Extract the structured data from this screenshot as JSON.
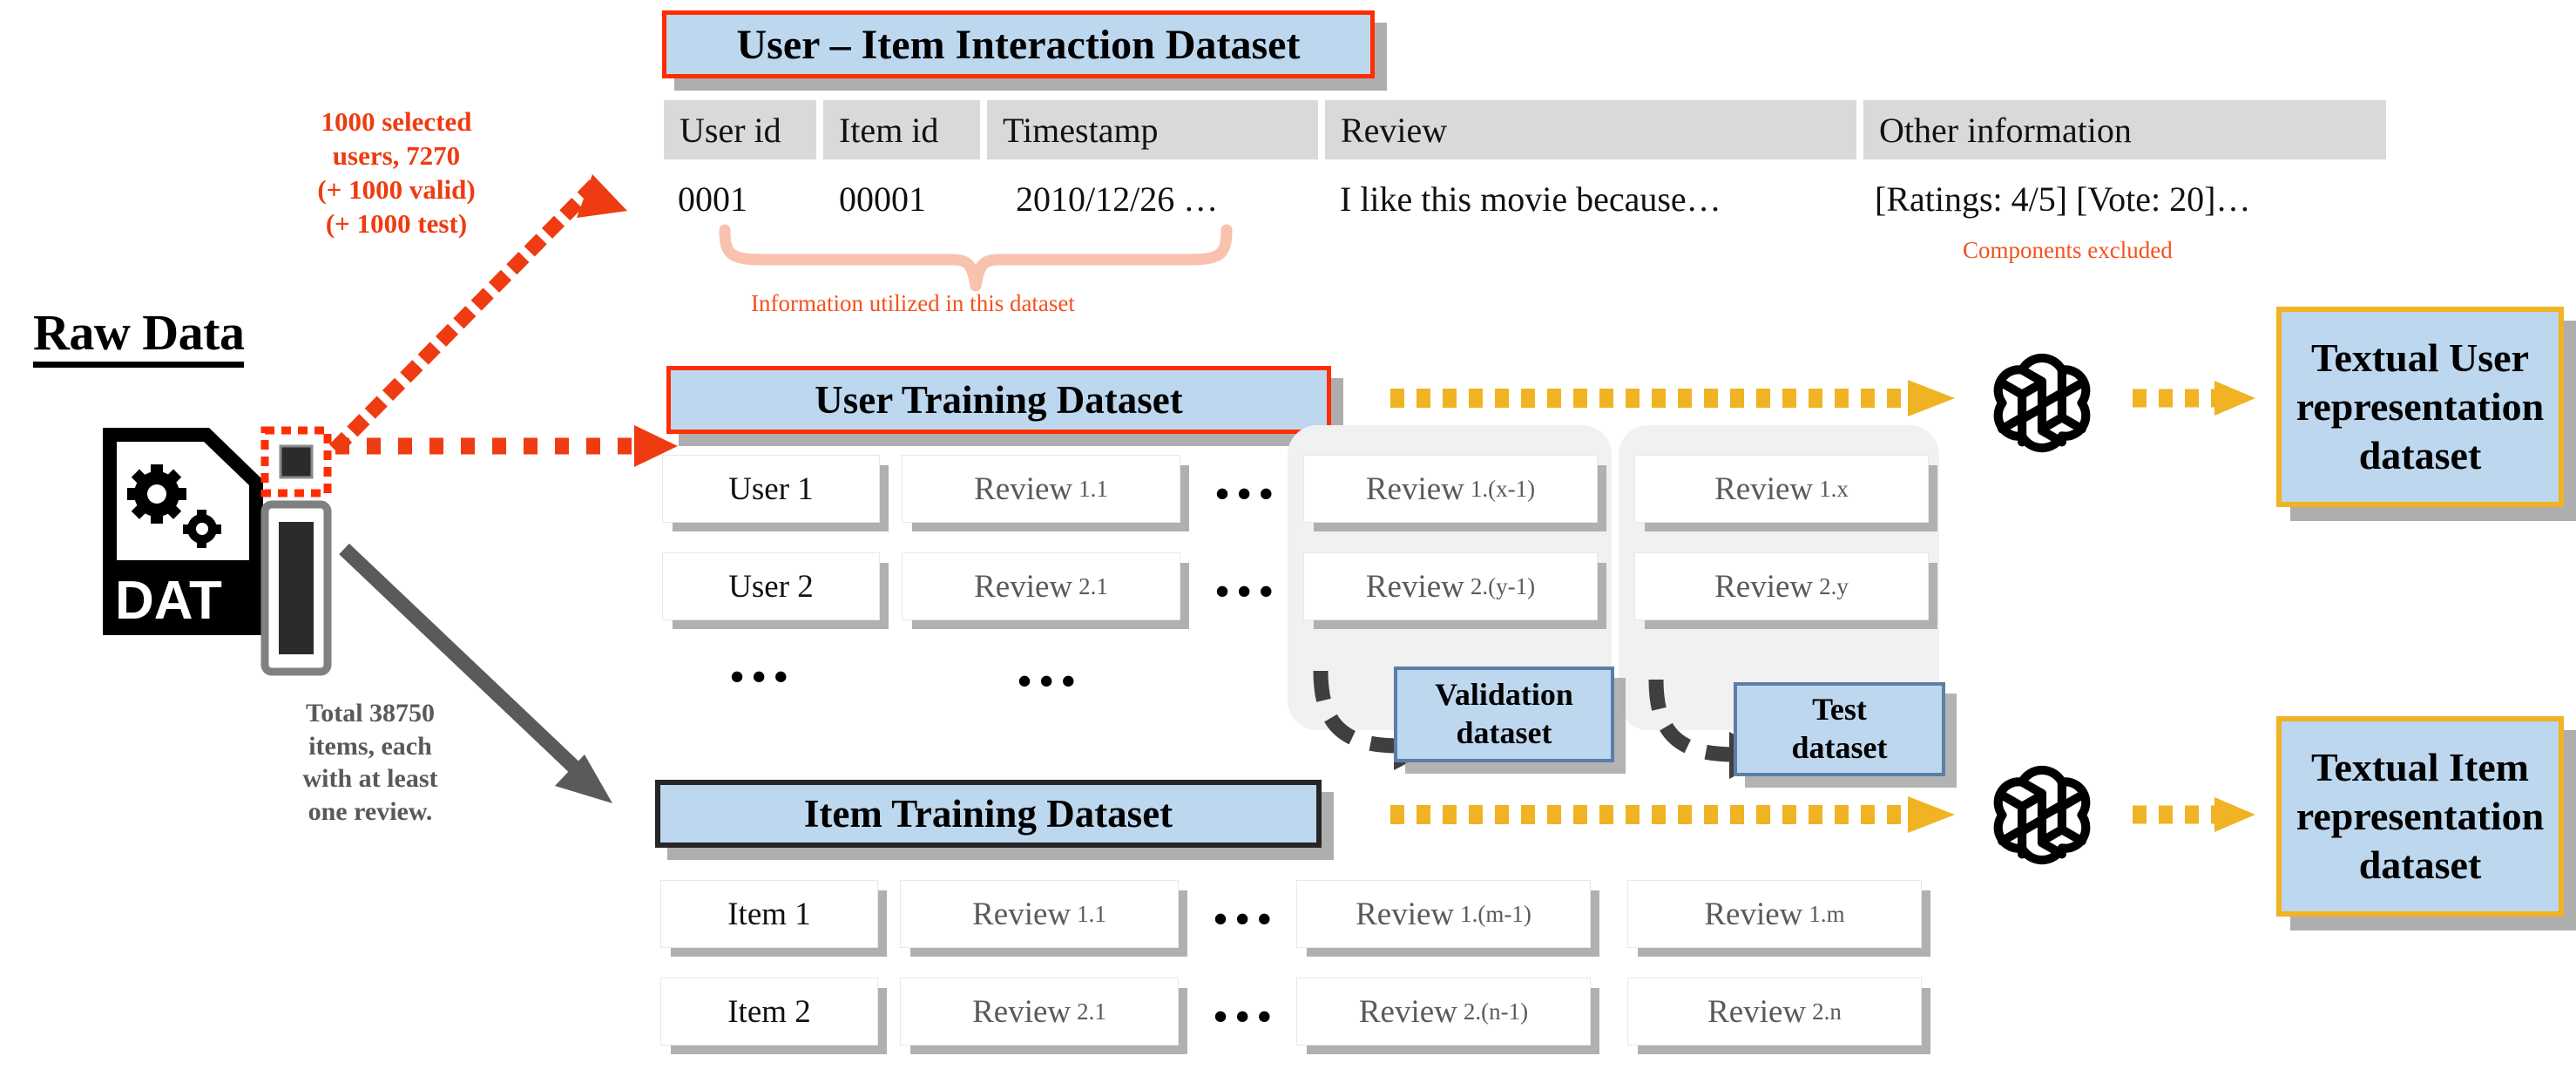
{
  "figure": {
    "raw_data_label": "Raw Data",
    "file_icon_label": "DAT"
  },
  "annotations": {
    "selected_users": "1000 selected\nusers, 7270\n(+ 1000 valid)\n(+ 1000 test)",
    "selected_users_lines": [
      "1000 selected",
      "users, 7270",
      "(+ 1000 valid)",
      "(+ 1000 test)"
    ],
    "total_items_lines": [
      "Total 38750",
      "items, each",
      "with at least",
      "one review."
    ],
    "brace_caption": "Information utilized in this dataset",
    "components_excluded": "Components excluded"
  },
  "interaction_dataset": {
    "title": "User – Item Interaction Dataset",
    "columns": [
      "User id",
      "Item id",
      "Timestamp",
      "Review",
      "Other information"
    ],
    "rows": [
      [
        "0001",
        "00001",
        "2010/12/26 …",
        "I like this movie because…",
        "[Ratings: 4/5] [Vote: 20]…"
      ]
    ]
  },
  "user_training": {
    "title": "User Training Dataset",
    "rows": [
      {
        "entity": "User 1",
        "first": {
          "main": "Review",
          "sub": "1.1"
        },
        "penult": {
          "main": "Review",
          "sub": "1.(x-1)"
        },
        "last": {
          "main": "Review",
          "sub": "1.x"
        }
      },
      {
        "entity": "User 2",
        "first": {
          "main": "Review",
          "sub": "2.1"
        },
        "penult": {
          "main": "Review",
          "sub": "2.(y-1)"
        },
        "last": {
          "main": "Review",
          "sub": "2.y"
        }
      }
    ],
    "ellipsis": "•••"
  },
  "item_training": {
    "title": "Item Training Dataset",
    "rows": [
      {
        "entity": "Item 1",
        "first": {
          "main": "Review",
          "sub": "1.1"
        },
        "penult": {
          "main": "Review",
          "sub": "1.(m-1)"
        },
        "last": {
          "main": "Review",
          "sub": "1.m"
        }
      },
      {
        "entity": "Item 2",
        "first": {
          "main": "Review",
          "sub": "2.1"
        },
        "penult": {
          "main": "Review",
          "sub": "2.(n-1)"
        },
        "last": {
          "main": "Review",
          "sub": "2.n"
        }
      }
    ]
  },
  "splits": {
    "validation_lines": [
      "Validation",
      "dataset"
    ],
    "test_lines": [
      "Test",
      "dataset"
    ]
  },
  "outputs": {
    "user_box_lines": [
      "Textual User",
      "representation",
      "dataset"
    ],
    "item_box_lines": [
      "Textual Item",
      "representation",
      "dataset"
    ]
  },
  "colors": {
    "accent_red": "#ff2d00",
    "accent_orange": "#f4511e",
    "box_blue": "#bdd7ee",
    "gold": "#f0b323",
    "gray_header": "#d9d9d9",
    "gray_text": "#595959",
    "brace_pink": "#f9c2ae"
  },
  "icons": {
    "openai_top": "openai-logo-icon",
    "openai_bottom": "openai-logo-icon",
    "file": "dat-file-icon",
    "chip": "memory-chip-icon",
    "bar": "data-bar-icon"
  }
}
